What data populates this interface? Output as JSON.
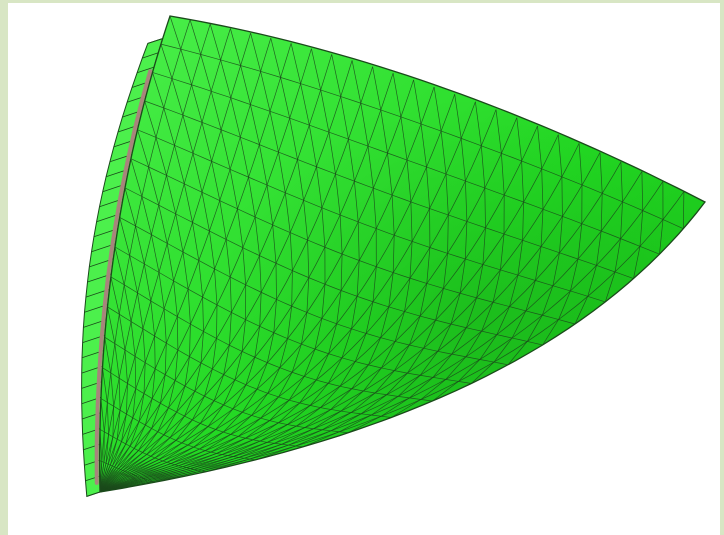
{
  "viewer": {
    "background_color": "#ffffff",
    "frame_color": "#d8e6c4",
    "model": {
      "shell_color": "#22d822",
      "shell_color_light": "#4cf04c",
      "shell_color_dark": "#14b414",
      "mesh_line_color": "#1b4a1b",
      "edge_band_color": "#a8847c",
      "element_type": "quad mesh",
      "grid_u_divisions": 26,
      "grid_v_divisions": 16
    }
  }
}
